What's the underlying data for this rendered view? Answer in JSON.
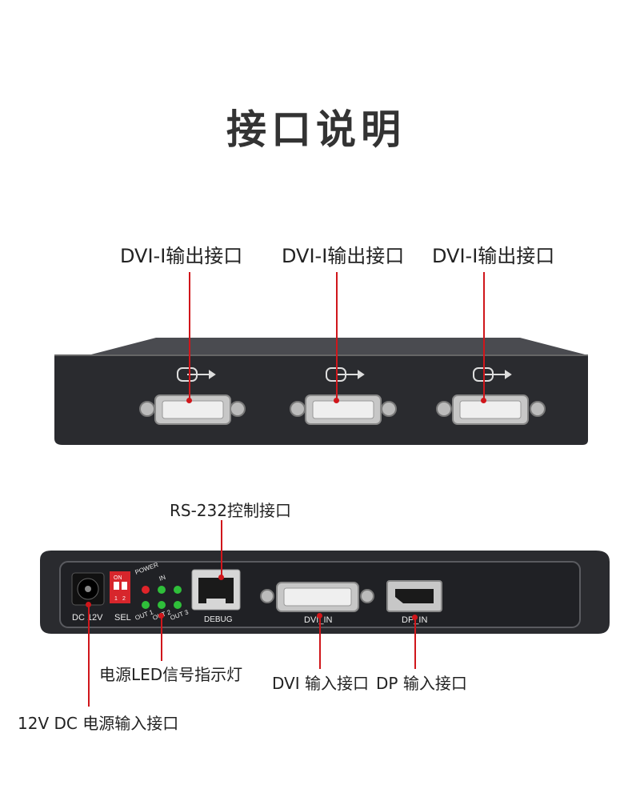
{
  "page": {
    "title": "接口说明"
  },
  "top_callouts": [
    {
      "label": "DVI-I输出接口"
    },
    {
      "label": "DVI-I输出接口"
    },
    {
      "label": "DVI-I输出接口"
    }
  ],
  "rear_panel": {
    "label_dc": "DC 12V",
    "label_sel": "SEL",
    "label_power": "POWER",
    "label_in": "IN",
    "label_on": "ON",
    "label_sw1": "1",
    "label_sw2": "2",
    "label_out1": "OUT 1",
    "label_out2": "OUT 2",
    "label_out3": "OUT 3",
    "label_debug": "DEBUG",
    "label_dvi_in": "DVI_IN",
    "label_dp_in": "DP_IN"
  },
  "bottom_callouts": {
    "rs232": "RS-232控制接口",
    "led": "电源LED信号指示灯",
    "dvi_in": "DVI 输入接口",
    "dp_in": "DP 输入接口",
    "dc_in": "12V DC 电源输入接口"
  },
  "colors": {
    "accent": "#d0161b",
    "device_body": "#2a2b2f",
    "led_red": "#e0242a",
    "led_green": "#2fbf3a"
  }
}
